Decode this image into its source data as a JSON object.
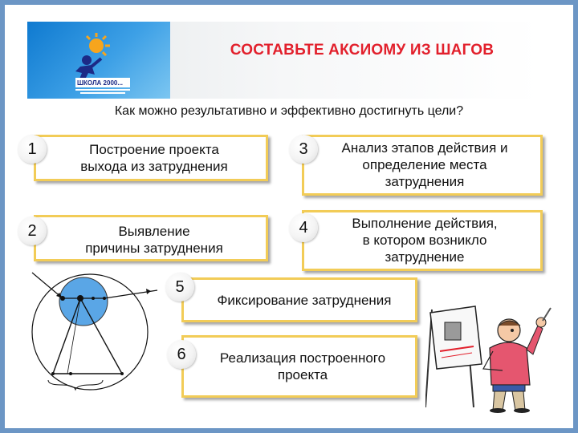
{
  "header": {
    "title": "СОСТАВЬТЕ АКСИОМУ ИЗ ШАГОВ",
    "logo_icon": "school-2000-logo",
    "logo_text": "ШКОЛА 2000..."
  },
  "question": "Как можно результативно и эффективно достигнуть цели?",
  "steps": [
    {
      "number": "1",
      "lines": [
        "Построение проекта",
        "выхода из затруднения"
      ]
    },
    {
      "number": "2",
      "lines": [
        "Выявление",
        "причины затруднения"
      ]
    },
    {
      "number": "3",
      "lines": [
        "Анализ этапов действия и",
        "определение места",
        "затруднения"
      ]
    },
    {
      "number": "4",
      "lines": [
        "Выполнение действия,",
        "в котором возникло",
        "затруднение"
      ]
    },
    {
      "number": "5",
      "lines": [
        "Фиксирование затруднения"
      ]
    },
    {
      "number": "6",
      "lines": [
        "Реализация построенного",
        "проекта"
      ]
    }
  ],
  "colors": {
    "frame": "#6c96c5",
    "title": "#e2202c",
    "box_border": "#f2cc57",
    "circle_fill": "#5aa6e6"
  },
  "illustrations": {
    "diagram_icon": "goal-path-diagram-icon",
    "figure_icon": "thinking-man-easel-icon"
  }
}
